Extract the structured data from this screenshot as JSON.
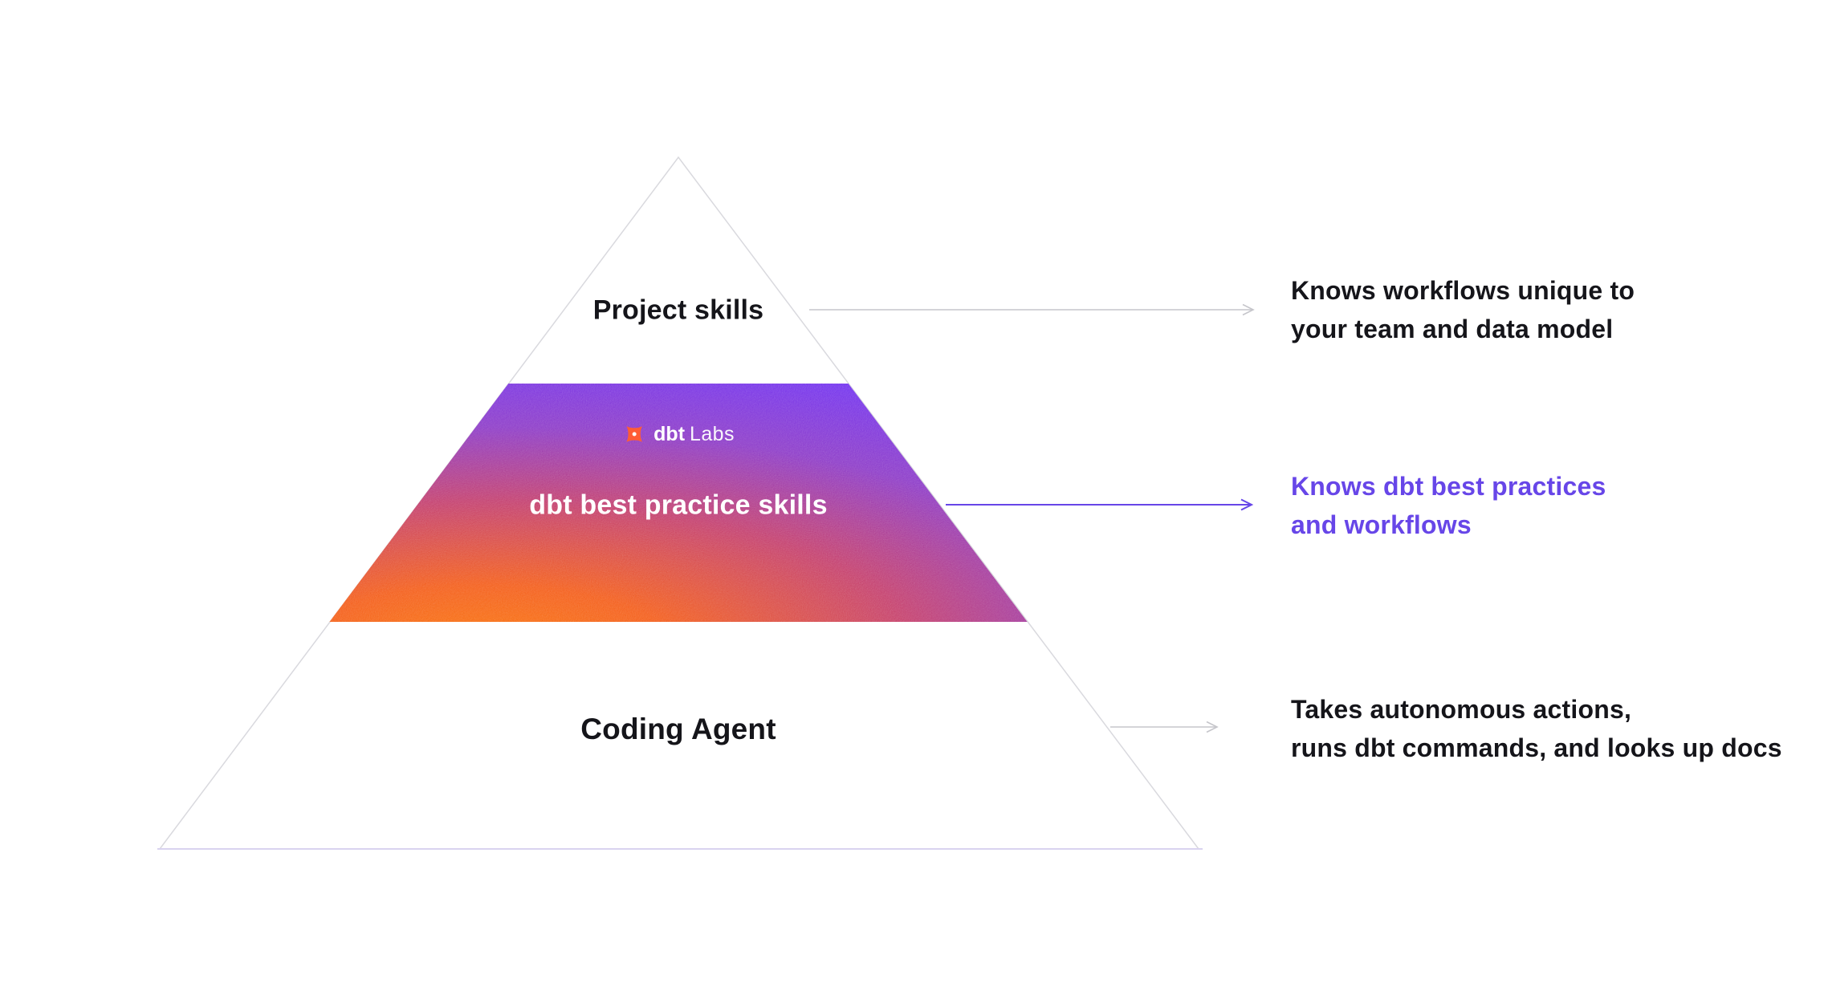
{
  "colors": {
    "background": "#ffffff",
    "outline": "#d9d9de",
    "baseline": "#d9d3f0",
    "arrow_gray": "#c6c6cb",
    "accent_purple": "#6746e8",
    "dbt_orange": "#ff5c35",
    "text_dark": "#15151a",
    "band_text": "#ffffff",
    "band_gradient": {
      "start": "#fb7a0e",
      "mid1": "#f4611f",
      "mid2": "#c54371",
      "mid3": "#8f3fc9",
      "end": "#7436f2"
    }
  },
  "pyramid": {
    "top": {
      "label": "Project skills"
    },
    "middle": {
      "logo_bold": "dbt",
      "logo_light": "Labs",
      "label": "dbt best practice skills"
    },
    "bottom": {
      "label": "Coding Agent"
    }
  },
  "annotations": [
    {
      "lines": [
        "Knows workflows unique to",
        "your team and data model"
      ],
      "color": "#15151a",
      "arrow_color": "#c6c6cb"
    },
    {
      "lines": [
        "Knows dbt best practices",
        "and workflows"
      ],
      "color": "#6746e8",
      "arrow_color": "#6746e8"
    },
    {
      "lines": [
        "Takes autonomous actions,",
        "runs dbt commands, and looks up docs"
      ],
      "color": "#15151a",
      "arrow_color": "#c6c6cb"
    }
  ]
}
